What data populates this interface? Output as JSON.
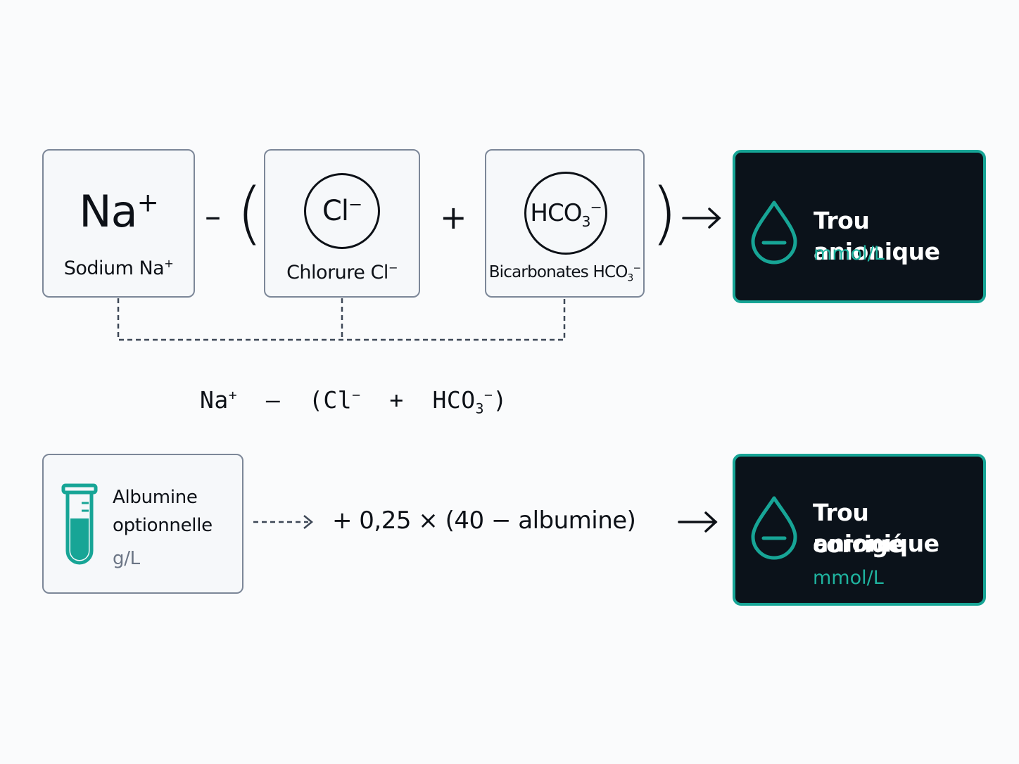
{
  "row1": {
    "sodium": {
      "symbol": "Na",
      "charge": "+",
      "label": "Sodium Na",
      "label_charge": "+"
    },
    "minus": "–",
    "open_paren": "(",
    "chlorure": {
      "symbol": "Cl",
      "charge": "−",
      "label": "Chlorure Cl",
      "label_charge": "−"
    },
    "plus": "+",
    "bicarbonates": {
      "symbol": "HCO",
      "sub": "3",
      "charge": "−",
      "label": "Bicarbonates HCO",
      "label_sub": "3",
      "label_charge": "−"
    },
    "close_paren": ")",
    "result": {
      "title": "Trou anionique",
      "unit": "mmol/L"
    }
  },
  "formula": {
    "na": "Na",
    "na_charge": "+",
    "minus": "–",
    "open": "(Cl",
    "cl_charge": "−",
    "plus": "+",
    "hco": "HCO",
    "hco_sub": "3",
    "hco_charge": "−",
    "close": ")"
  },
  "row2": {
    "albumine": {
      "line1": "Albumine",
      "line2": "optionnelle",
      "unit": "g/L"
    },
    "correction": "+ 0,25 × (40 − albumine)",
    "result": {
      "title_line1": "Trou anionique",
      "title_line2": "corrigé",
      "unit": "mmol/L"
    }
  },
  "colors": {
    "accent": "#17a596",
    "dark_bg": "#0b121a",
    "border": "#7c8798"
  }
}
